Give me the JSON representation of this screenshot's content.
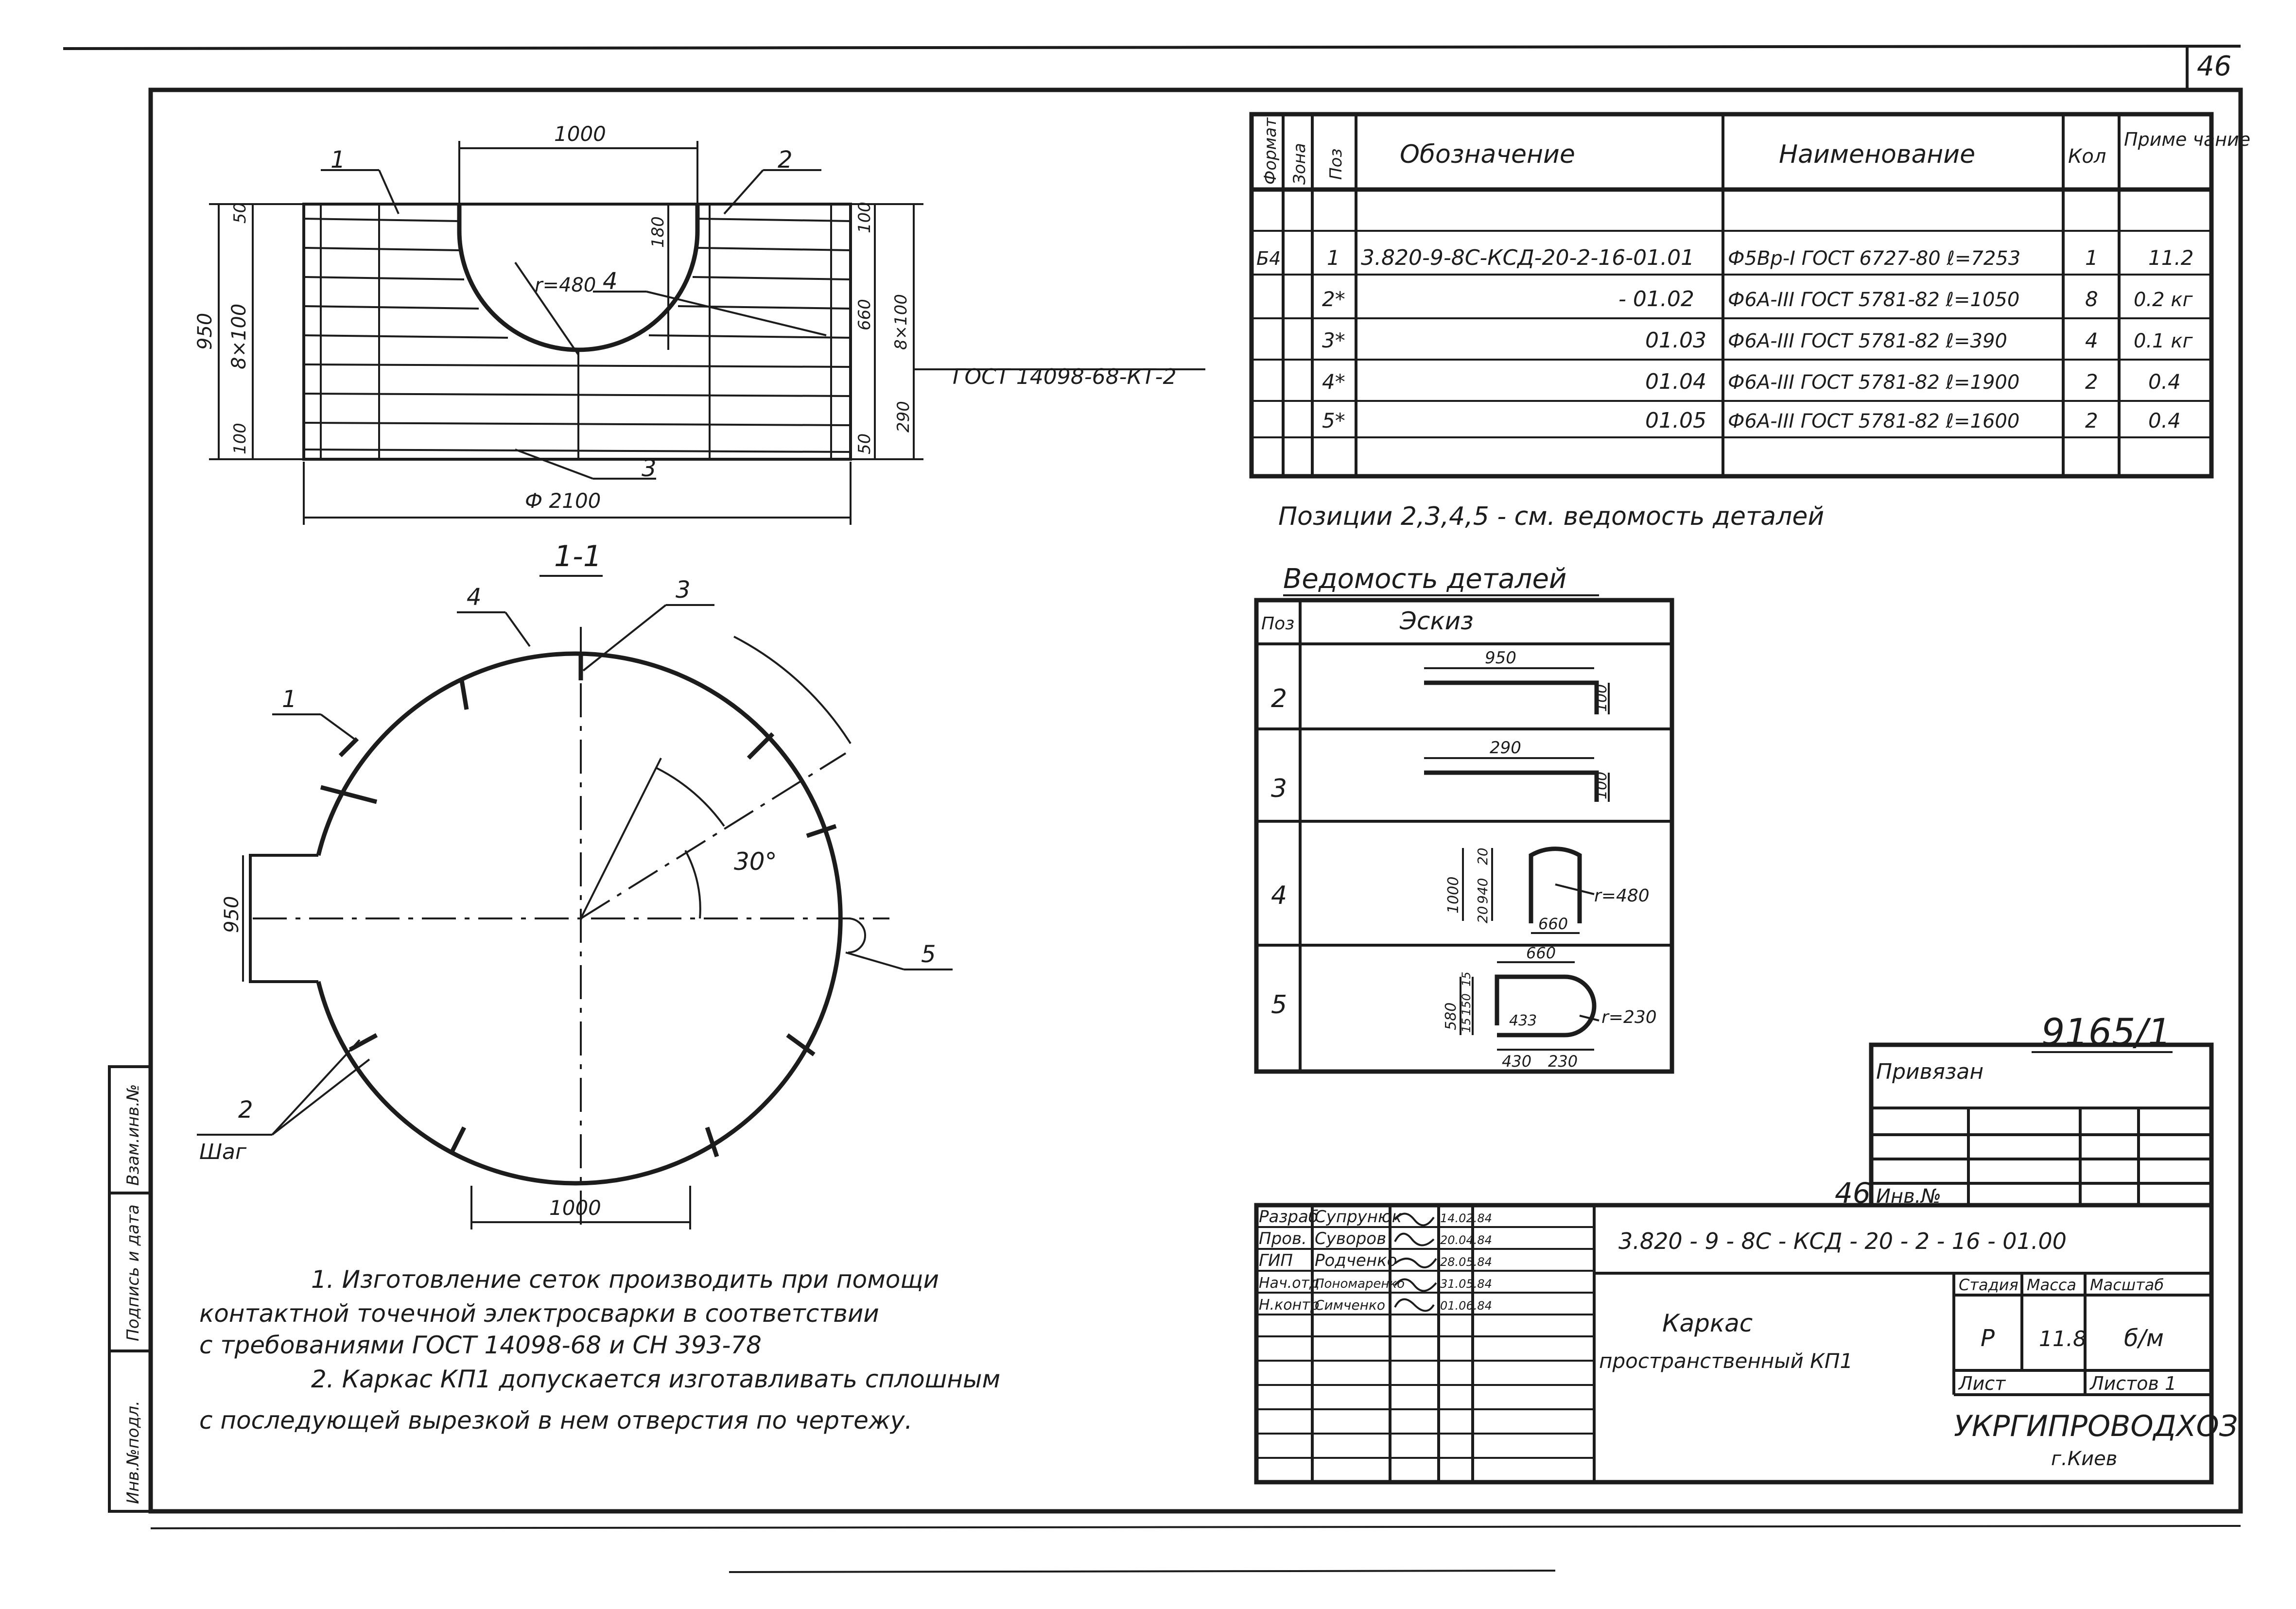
{
  "sheet": {
    "sheet_number": "46",
    "sheet_number_2": "46",
    "album_code": "9165/1",
    "side_strip": [
      "Инв.№подл.",
      "Подпись и дата",
      "Взам.инв.№"
    ]
  },
  "plan_view": {
    "dims": {
      "top_opening": "1000",
      "radius": "r=480",
      "total_height": "950",
      "pitch_left": "8×100",
      "left_top": "50",
      "left_bottom": "100",
      "cut_depth": "180",
      "right_top": "100",
      "right_mid": "660",
      "right_pitch": "8×100",
      "right_low": "290",
      "right_bottom": "50",
      "diameter": "Ф 2100"
    },
    "callouts": [
      "1",
      "2",
      "3",
      "4"
    ],
    "gost_note": "ГОСТ 14098-68-КТ-2"
  },
  "section_view": {
    "title": "1-1",
    "callouts": [
      "1",
      "2",
      "3",
      "4",
      "5"
    ],
    "step_label": "Шаг",
    "angle": "30°",
    "opening_height": "950",
    "bottom_width": "1000"
  },
  "notes": [
    "1. Изготовление сеток производить при помощи",
    "контактной точечной электросварки в соответствии",
    "с требованиями ГОСТ 14098-68 и СН 393-78",
    "2. Каркас КП1 допускается изготавливать сплошным",
    "с последующей вырезкой в нем отверстия по чертежу."
  ],
  "spec_table": {
    "headers": [
      "Формат",
      "Зона",
      "Поз",
      "Обозначение",
      "Наименование",
      "Кол",
      "Приме чание"
    ],
    "rows": [
      {
        "format": "Б4",
        "zone": "",
        "pos": "1",
        "designation": "3.820-9-8С-КСД-20-2-16-01.01",
        "name": "Ф5Вр-I ГОСТ 6727-80 ℓ=7253",
        "qty": "1",
        "note": "11.2"
      },
      {
        "format": "",
        "zone": "",
        "pos": "2*",
        "designation": "- 01.02",
        "name": "Ф6А-III ГОСТ 5781-82 ℓ=1050",
        "qty": "8",
        "note": "0.2 кг"
      },
      {
        "format": "",
        "zone": "",
        "pos": "3*",
        "designation": "01.03",
        "name": "Ф6А-III ГОСТ 5781-82 ℓ=390",
        "qty": "4",
        "note": "0.1 кг"
      },
      {
        "format": "",
        "zone": "",
        "pos": "4*",
        "designation": "01.04",
        "name": "Ф6А-III ГОСТ 5781-82 ℓ=1900",
        "qty": "2",
        "note": "0.4"
      },
      {
        "format": "",
        "zone": "",
        "pos": "5*",
        "designation": "01.05",
        "name": "Ф6А-III ГОСТ 5781-82 ℓ=1600",
        "qty": "2",
        "note": "0.4"
      }
    ],
    "footnote": "Позиции 2,3,4,5 - см. ведомость деталей"
  },
  "details": {
    "title": "Ведомость деталей",
    "headers": [
      "Поз",
      "Эскиз"
    ],
    "rows": [
      {
        "pos": "2",
        "dims": [
          "950",
          "100"
        ]
      },
      {
        "pos": "3",
        "dims": [
          "290",
          "100"
        ]
      },
      {
        "pos": "4",
        "dims": [
          "1000",
          "20",
          "940",
          "20",
          "660",
          "r=480"
        ]
      },
      {
        "pos": "5",
        "dims": [
          "660",
          "580",
          "15",
          "150",
          "15",
          "433",
          "430",
          "230",
          "r=230"
        ]
      }
    ]
  },
  "title_block": {
    "binding_label": "Привязан",
    "inv_label": "Инв.№",
    "roles": [
      "Разраб",
      "Пров.",
      "ГИП",
      "Нач.отд",
      "Н.контр"
    ],
    "names": [
      "Супрунюк",
      "Суворов",
      "Родченко",
      "Пономаренко",
      "Симченко"
    ],
    "dates": [
      "14.02.84",
      "20.04.84",
      "28.05.84",
      "31.05.84",
      "01.06.84"
    ],
    "doc_code": "3.820 - 9 - 8С - КСД - 20 - 2 - 16 - 01.00",
    "item_name_1": "Каркас",
    "item_name_2": "пространственный   КП1",
    "stage_label": "Стадия",
    "mass_label": "Масса",
    "scale_label": "Масштаб",
    "stage": "Р",
    "mass": "11.8",
    "scale": "б/м",
    "sheet_label": "Лист",
    "sheets_label": "Листов 1",
    "org": "УКРГИПРОВОДХОЗ",
    "city": "г.Киев"
  }
}
